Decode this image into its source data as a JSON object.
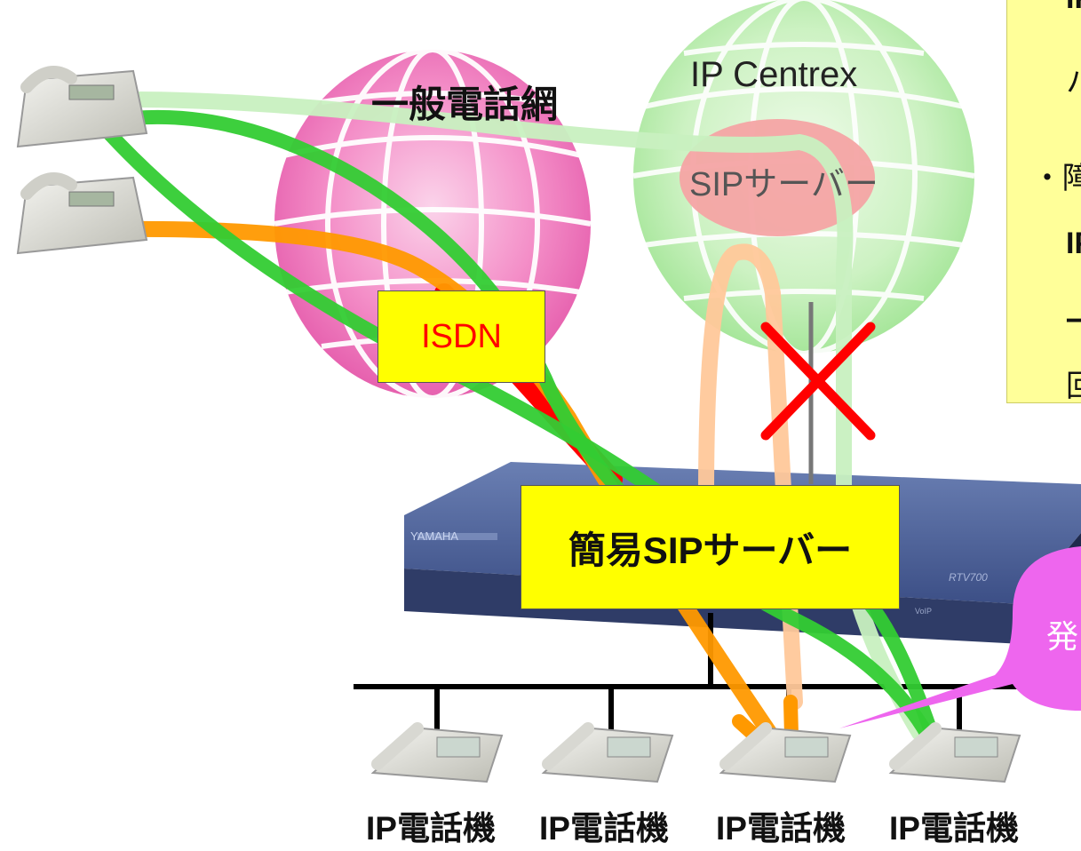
{
  "clouds": {
    "ip_centrex": "IP Centrex",
    "pstn": "一般電話網",
    "sip_server": "SIPサーバー"
  },
  "boxes": {
    "isdn": "ISDN",
    "simple_sip_server": "簡易SIPサーバー"
  },
  "router": {
    "brand": "YAMAHA",
    "model": "RTV700",
    "port_label": "VoIP"
  },
  "ip_phones": [
    {
      "label": "IP電話機"
    },
    {
      "label": "IP電話機"
    },
    {
      "label": "IP電話機"
    },
    {
      "label": "IP電話機"
    }
  ],
  "note_panel": {
    "lines": [
      "IP",
      "ハ",
      "・障",
      "IP",
      "一",
      "回"
    ]
  },
  "callout": {
    "text": "発"
  },
  "colors": {
    "pstn_cloud": "#f48fc8",
    "centrex_cloud": "#c8f0c0",
    "sip_server_ellipse": "#f4a4a4",
    "isdn_line": "#ff0000",
    "orange_path": "#ff9900",
    "green_path": "#33cc33",
    "light_green_path": "#c8f0c0",
    "peach_path": "#ffc89a",
    "cross": "#ff0000",
    "box_fill": "#ffff00",
    "note_fill": "#ffff99",
    "callout_fill": "#ee66ee",
    "router_body": "#3f5288"
  }
}
